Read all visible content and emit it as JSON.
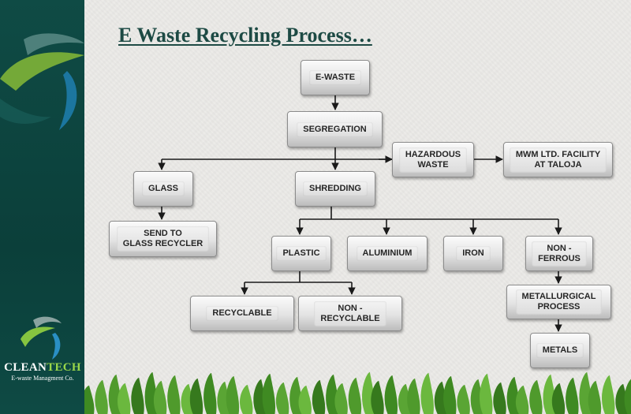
{
  "title": "E Waste Recycling Process…",
  "brand": {
    "name_main": "CLEAN",
    "name_accent": "TECH",
    "tagline": "E-waste Managment Co."
  },
  "nodes": {
    "e_waste": "E-WASTE",
    "segregation": "SEGREGATION",
    "hazardous_waste": "HAZARDOUS\nWASTE",
    "mwm_facility": "MWM LTD. FACILITY\nAT TALOJA",
    "glass": "GLASS",
    "shredding": "SHREDDING",
    "send_to_glass_recycler": "SEND TO\nGLASS RECYCLER",
    "plastic": "PLASTIC",
    "aluminium": "ALUMINIUM",
    "iron": "IRON",
    "non_ferrous": "NON -\nFERROUS",
    "recyclable": "RECYCLABLE",
    "non_recyclable": "NON -\nRECYCLABLE",
    "metallurgical_process": "METALLURGICAL\nPROCESS",
    "metals": "METALS"
  },
  "edges": [
    [
      "e_waste",
      "segregation"
    ],
    [
      "segregation",
      "glass"
    ],
    [
      "segregation",
      "hazardous_waste"
    ],
    [
      "segregation",
      "shredding"
    ],
    [
      "hazardous_waste",
      "mwm_facility"
    ],
    [
      "glass",
      "send_to_glass_recycler"
    ],
    [
      "shredding",
      "plastic"
    ],
    [
      "shredding",
      "aluminium"
    ],
    [
      "shredding",
      "iron"
    ],
    [
      "shredding",
      "non_ferrous"
    ],
    [
      "plastic",
      "recyclable"
    ],
    [
      "plastic",
      "non_recyclable"
    ],
    [
      "non_ferrous",
      "metallurgical_process"
    ],
    [
      "metallurgical_process",
      "metals"
    ]
  ],
  "colors": {
    "title": "#1d4a44",
    "sidebar": "#0f4b45",
    "box_text": "#262626",
    "connector": "#1a1a1a",
    "leaf_green": "#4f9a2c"
  }
}
